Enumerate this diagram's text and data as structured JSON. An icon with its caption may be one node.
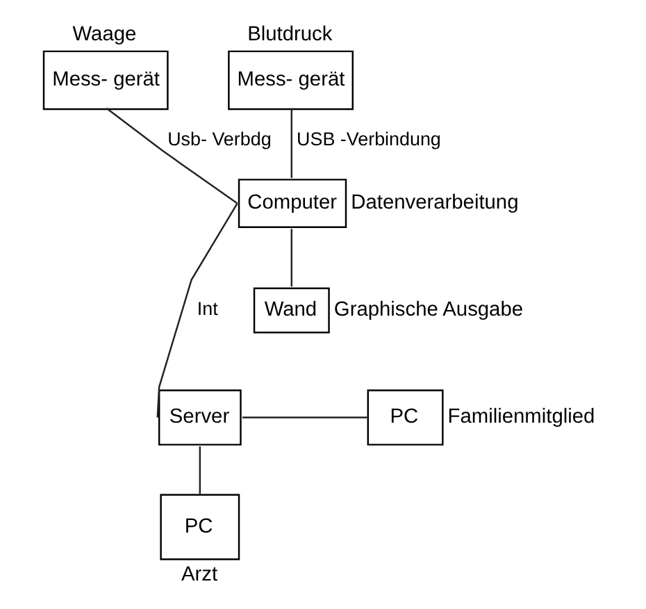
{
  "diagram": {
    "nodes": [
      {
        "text": [
          "Mess- gerät"
        ],
        "beside": [
          "Waage"
        ]
      },
      {
        "text": [
          "Mess- gerät"
        ],
        "beside": [
          "Blutdruck"
        ]
      },
      {
        "text": [
          "Computer"
        ],
        "beside": [
          "Datenverarbeitung"
        ]
      },
      {
        "text": [
          "Wand"
        ],
        "beside": [
          "Graphische Ausgabe"
        ]
      },
      {
        "text": [
          "Server"
        ]
      },
      {
        "text": [
          "PC"
        ],
        "beside": [
          "Familienmitglied"
        ]
      },
      {
        "text": [
          "PC"
        ],
        "beside": [
          "Arzt"
        ]
      }
    ],
    "edges": [
      {
        "from": 0,
        "to": 2,
        "arrow": "none",
        "label": "Usb- Verbdg"
      },
      {
        "from": 1,
        "to": 2,
        "arrow": "none",
        "label": "USB -Verbindung"
      },
      {
        "from": 2,
        "to": 3,
        "arrow": "none"
      },
      {
        "from": 2,
        "to": 4,
        "arrow": "none",
        "label": "Int"
      },
      {
        "from": 4,
        "to": 5,
        "arrow": "none"
      },
      {
        "from": 4,
        "to": 6,
        "arrow": "none"
      }
    ]
  }
}
